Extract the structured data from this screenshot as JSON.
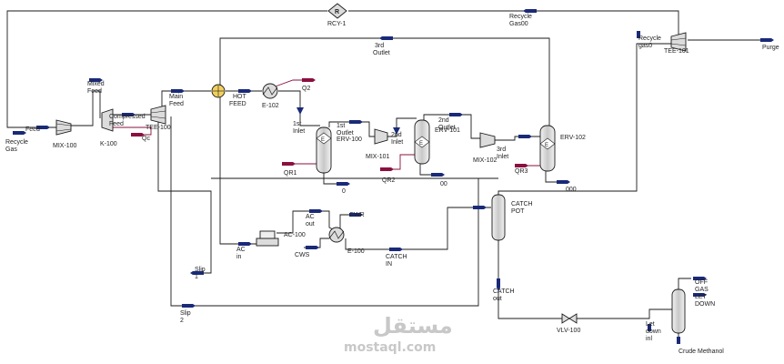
{
  "colors": {
    "line": "#1a1a1a",
    "stream_arrow": "#1a2a78",
    "energy_arrow": "#8a1040",
    "unit_fill": "#dcdcdc",
    "watermark": "#c8c8c8"
  },
  "units": {
    "rcy1": "RCY-1",
    "mix100": "MIX-100",
    "k100": "K-100",
    "tee100": "TEE-100",
    "e102": "E-102",
    "erv100": "ERV-100",
    "mix101": "MIX-101",
    "erv101": "ERV-101",
    "mix102": "MIX-102",
    "erv102": "ERV-102",
    "tee101": "TEE-101",
    "ac100": "AC-100",
    "e100": "E-100",
    "vlv100": "VLV-100"
  },
  "streams": {
    "recycle_gas": [
      "Recycle",
      "Gas"
    ],
    "feed": "Feed",
    "mixed_feed": [
      "Mixed",
      "Feed"
    ],
    "compressed_feed": [
      "Compressed",
      "Feed"
    ],
    "qc": "Qc",
    "main_feed": [
      "Main",
      "Feed"
    ],
    "hot_feed": [
      "HOT",
      "FEED"
    ],
    "q2": "Q2",
    "first_inlet": [
      "1st",
      "Inlet"
    ],
    "first_outlet": [
      "1st",
      "Outlet"
    ],
    "qr1": "QR1",
    "zero": "0",
    "second_inlet": [
      "2nd",
      "Inlet"
    ],
    "second_outlet": [
      "2nd",
      "Outlet"
    ],
    "qr2": "QR2",
    "zero_zero": "00",
    "third_inlet": [
      "3rd",
      "Inlet"
    ],
    "qr3": "QR3",
    "zero_zero_zero": "000",
    "third_outlet": [
      "3rd",
      "Outlet"
    ],
    "recycle_gas00": [
      "Recycle",
      "Gas00"
    ],
    "recycle_gas0": [
      "Recycle",
      "gas0"
    ],
    "purge": "Purge",
    "catch_pot": [
      "CATCH",
      "POT"
    ],
    "ac_out": [
      "AC",
      "out"
    ],
    "cwr": "CWR",
    "ac_in": [
      "AC",
      "in"
    ],
    "cws": "CWS",
    "catch_in": [
      "CATCH",
      "IN"
    ],
    "slip1": [
      "Slip",
      "1"
    ],
    "slip2": [
      "Slip",
      "2"
    ],
    "catch_out": [
      "CATCH",
      "out"
    ],
    "let_down_inl": [
      "Let",
      "down",
      "inl"
    ],
    "off_gas_let_down": [
      "OFF",
      "GAS",
      "LET",
      "DOWN"
    ],
    "crude_methanol": "Crude Methanol"
  },
  "watermark": {
    "arabic": "مستقل",
    "latin": "mostaql.com"
  }
}
